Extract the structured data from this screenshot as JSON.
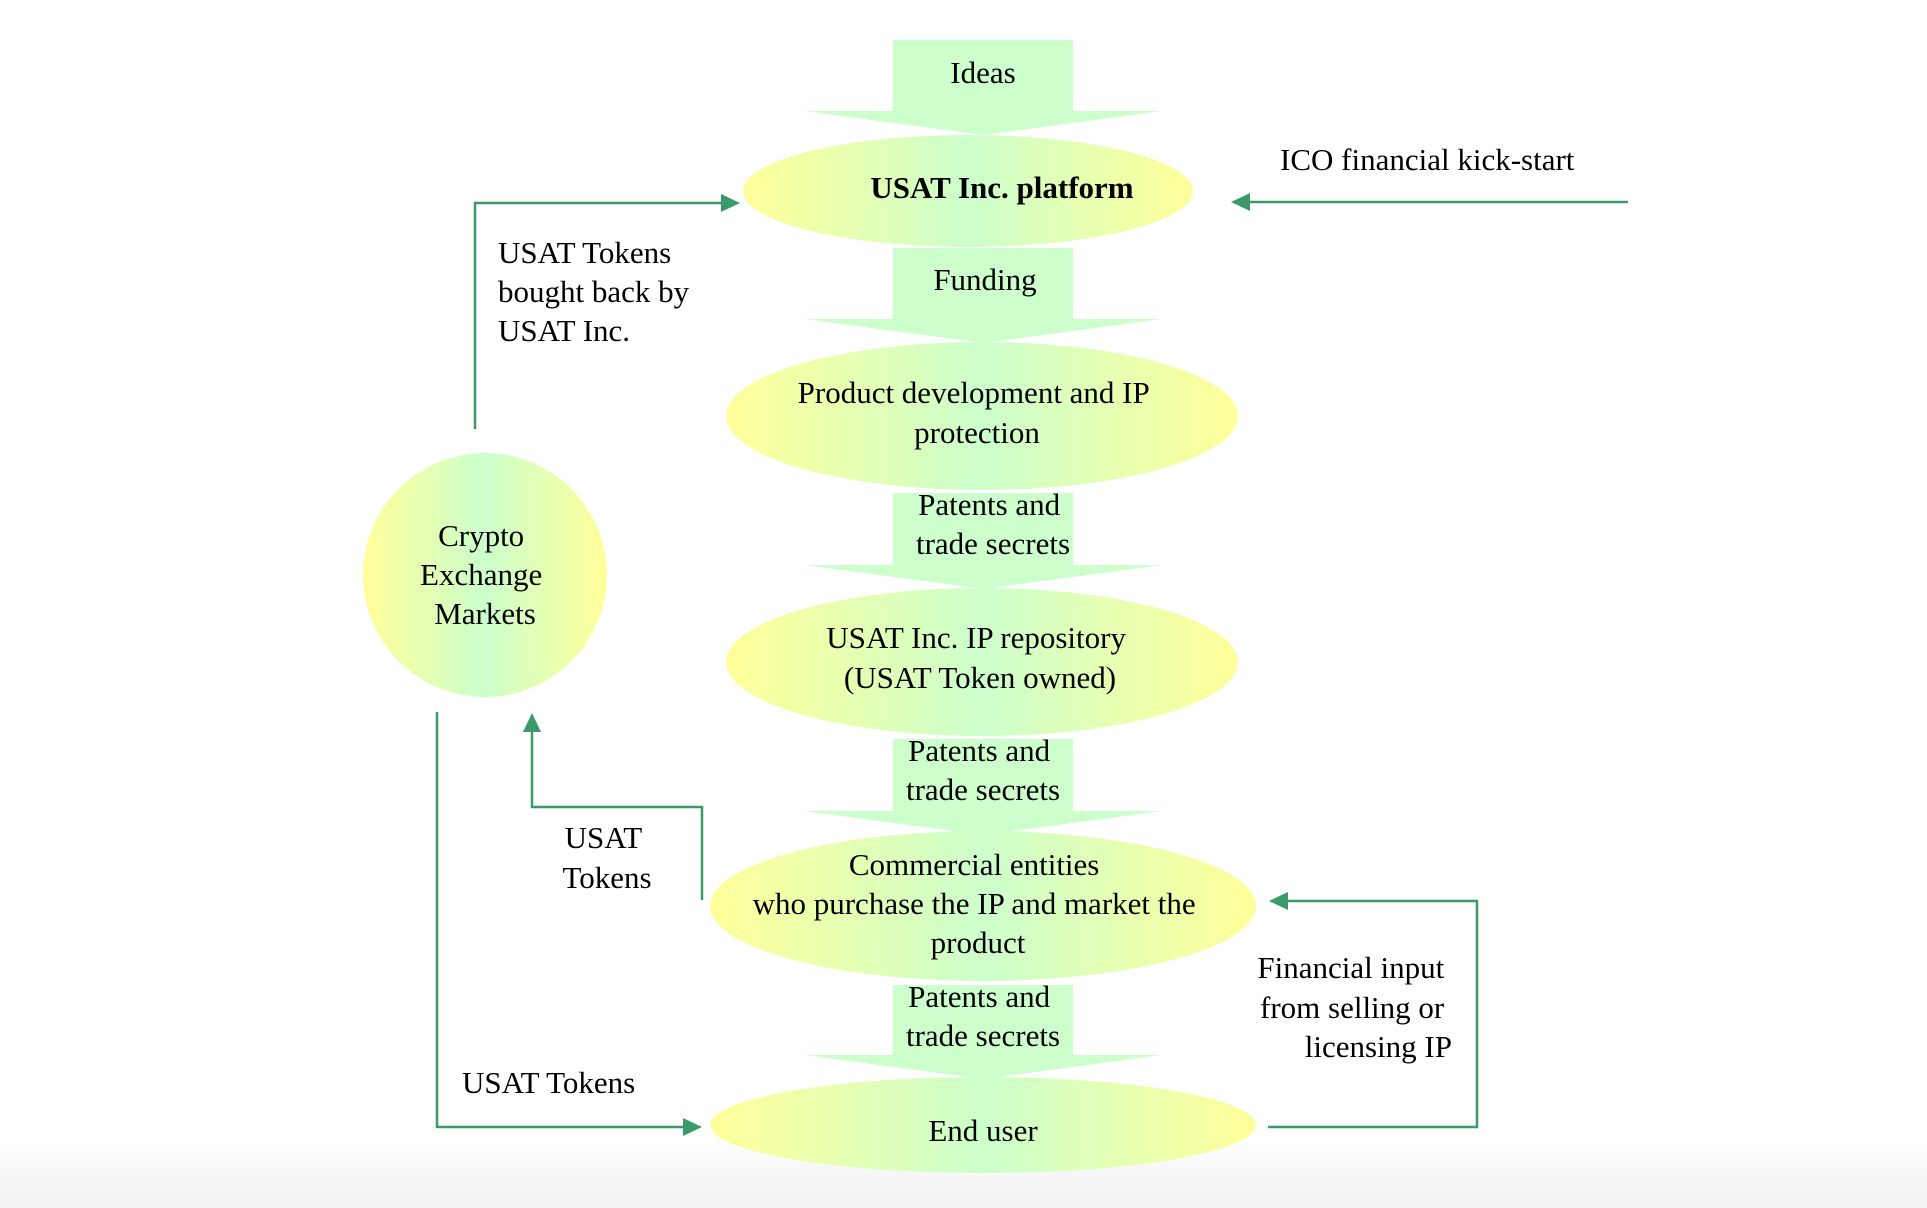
{
  "diagram": {
    "colors": {
      "block_arrow": "#ccffcc",
      "node_edge": "#ffff99",
      "node_center": "#ccffcc",
      "connector": "#3a9a6a",
      "text": "#000000"
    },
    "flow_arrows": [
      {
        "id": "ideas",
        "lines": [
          "Ideas"
        ]
      },
      {
        "id": "funding",
        "lines": [
          "Funding"
        ]
      },
      {
        "id": "patents-1",
        "lines": [
          "Patents and",
          "trade secrets"
        ]
      },
      {
        "id": "patents-2",
        "lines": [
          "Patents and",
          "trade secrets"
        ]
      },
      {
        "id": "patents-3",
        "lines": [
          "Patents and",
          "trade secrets"
        ]
      }
    ],
    "nodes": [
      {
        "id": "usat-platform",
        "lines": [
          "USAT Inc. platform"
        ],
        "bold": true
      },
      {
        "id": "product-development",
        "lines": [
          "Product development and IP",
          "protection"
        ]
      },
      {
        "id": "ip-repository",
        "lines": [
          "USAT Inc. IP repository",
          "(USAT Token owned)"
        ]
      },
      {
        "id": "commercial-entities",
        "lines": [
          "Commercial entities",
          "who purchase the IP and market the",
          "product"
        ]
      },
      {
        "id": "end-user",
        "lines": [
          "End user"
        ]
      },
      {
        "id": "crypto-exchange",
        "lines": [
          "Crypto",
          "Exchange",
          "Markets"
        ]
      }
    ],
    "connector_labels": [
      {
        "id": "ico",
        "lines": [
          "ICO financial kick-start"
        ]
      },
      {
        "id": "bought-back",
        "lines": [
          "USAT Tokens",
          "bought back by",
          "USAT Inc."
        ]
      },
      {
        "id": "usat-tokens-mid",
        "lines": [
          "USAT",
          "Tokens"
        ]
      },
      {
        "id": "usat-tokens-bottom",
        "lines": [
          "USAT Tokens"
        ]
      },
      {
        "id": "financial-input",
        "lines": [
          "Financial input",
          "from selling or",
          "licensing IP"
        ]
      }
    ]
  }
}
